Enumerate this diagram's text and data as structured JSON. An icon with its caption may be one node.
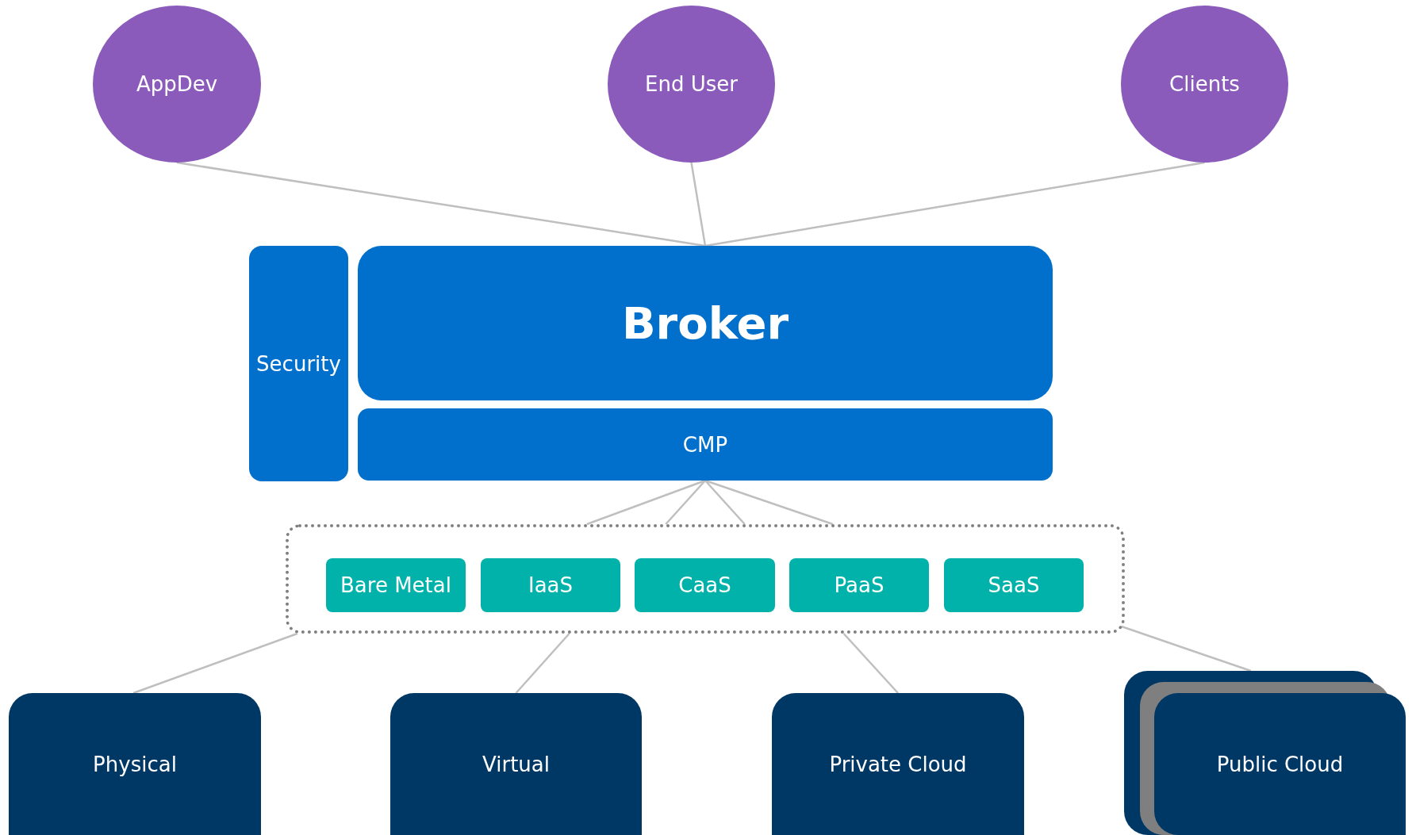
{
  "diagram": {
    "nodes": [
      {
        "text": [
          "AppDev"
        ]
      },
      {
        "text": [
          "End User"
        ]
      },
      {
        "text": [
          "Clients"
        ]
      },
      {
        "text": [
          "Security"
        ]
      },
      {
        "text": [
          "Broker"
        ]
      },
      {
        "text": [
          "CMP"
        ]
      },
      {
        "text": [],
        "shape": "box"
      },
      {
        "text": [
          "Bare Metal"
        ],
        "in": 6
      },
      {
        "text": [
          "IaaS"
        ],
        "in": 6
      },
      {
        "text": [
          "CaaS"
        ],
        "in": 6
      },
      {
        "text": [
          "PaaS"
        ],
        "in": 6
      },
      {
        "text": [
          "SaaS"
        ],
        "in": 6
      },
      {
        "text": [
          "Physical"
        ]
      },
      {
        "text": [
          "Virtual"
        ]
      },
      {
        "text": [
          "Private Cloud"
        ]
      },
      {
        "text": [
          "Public Cloud"
        ]
      }
    ],
    "edges": [
      {
        "from": 0,
        "to": 4,
        "arrow": "none"
      },
      {
        "from": 1,
        "to": 4,
        "arrow": "none"
      },
      {
        "from": 2,
        "to": 4,
        "arrow": "none"
      },
      {
        "from": 5,
        "to": 6,
        "arrow": "none"
      },
      {
        "from": 5,
        "to": 6,
        "arrow": "none"
      },
      {
        "from": 5,
        "to": 6,
        "arrow": "none"
      },
      {
        "from": 5,
        "to": 6,
        "arrow": "none"
      },
      {
        "from": 6,
        "to": 12,
        "arrow": "none"
      },
      {
        "from": 6,
        "to": 13,
        "arrow": "none"
      },
      {
        "from": 6,
        "to": 14,
        "arrow": "none"
      },
      {
        "from": 6,
        "to": 15,
        "arrow": "none"
      }
    ]
  }
}
